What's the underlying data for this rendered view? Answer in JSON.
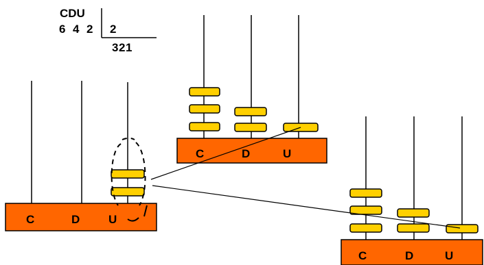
{
  "division": {
    "header": "CDU",
    "dividend": [
      "6",
      "4",
      "2"
    ],
    "divisor": "2",
    "quotient": [
      "3",
      "2",
      "1"
    ],
    "highlight_color": "#e8141b"
  },
  "colors": {
    "bead_fill": "#ffd000",
    "bead_stroke": "#000000",
    "base_fill": "#ff6600",
    "rod": "#000000"
  },
  "abaci": [
    {
      "id": "left",
      "place_labels": [
        "C",
        "D",
        "U"
      ],
      "beads": [
        0,
        0,
        2
      ]
    },
    {
      "id": "top",
      "place_labels": [
        "C",
        "D",
        "U"
      ],
      "beads": [
        3,
        2,
        1
      ]
    },
    {
      "id": "right",
      "place_labels": [
        "C",
        "D",
        "U"
      ],
      "beads": [
        3,
        2,
        1
      ]
    }
  ]
}
